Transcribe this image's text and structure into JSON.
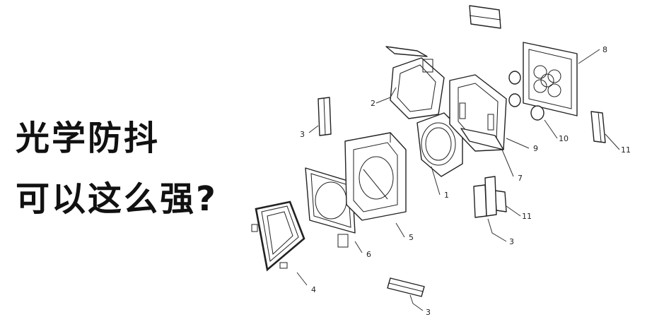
{
  "headline": {
    "line1": "光学防抖",
    "line2": "可以这么强?"
  },
  "callouts": {
    "c1": "1",
    "c2": "2",
    "c3a": "3",
    "c3b": "3",
    "c3c": "3",
    "c4": "4",
    "c5": "5",
    "c6": "6",
    "c7": "7",
    "c8": "8",
    "c9": "9",
    "c10": "10",
    "c11a": "11",
    "c11b": "11"
  },
  "colors": {
    "text": "#111111",
    "line": "#222222",
    "background": "#ffffff"
  }
}
